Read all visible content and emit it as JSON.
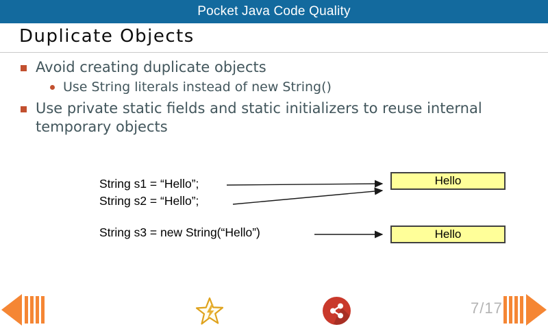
{
  "header": {
    "title": "Pocket Java Code Quality"
  },
  "slide": {
    "title": "Duplicate Objects",
    "bullets": [
      {
        "level": 1,
        "text": "Avoid creating duplicate objects"
      },
      {
        "level": 2,
        "text": "Use String literals instead of new String()"
      },
      {
        "level": 1,
        "text": "Use private static fields and static initializers to reuse internal temporary objects"
      }
    ],
    "diagram": {
      "code_lines": [
        {
          "code": "String s1 = “Hello”;"
        },
        {
          "code": "String s2 = “Hello”;"
        },
        {
          "code": "String s3 = new String(“Hello”)"
        }
      ],
      "memory_boxes": [
        {
          "label": "Hello"
        },
        {
          "label": "Hello"
        }
      ]
    }
  },
  "footer": {
    "page_indicator": "7/17",
    "icons": {
      "previous": "previous-slide-arrow",
      "rate": "star-icon",
      "share": "share-icon",
      "next": "next-slide-arrow"
    }
  },
  "colors": {
    "header_bg": "#136a9e",
    "header_text": "#ffffff",
    "body_text": "#42565c",
    "bullet_marker": "#c2502f",
    "memory_box_fill": "#ffff99",
    "memory_box_border": "#404040",
    "nav_arrow": "#f58634",
    "star": "#dfa21c",
    "share_button": "#c9392b",
    "page_indicator_text": "#b3b3b3",
    "divider": "#c9c9c9"
  }
}
